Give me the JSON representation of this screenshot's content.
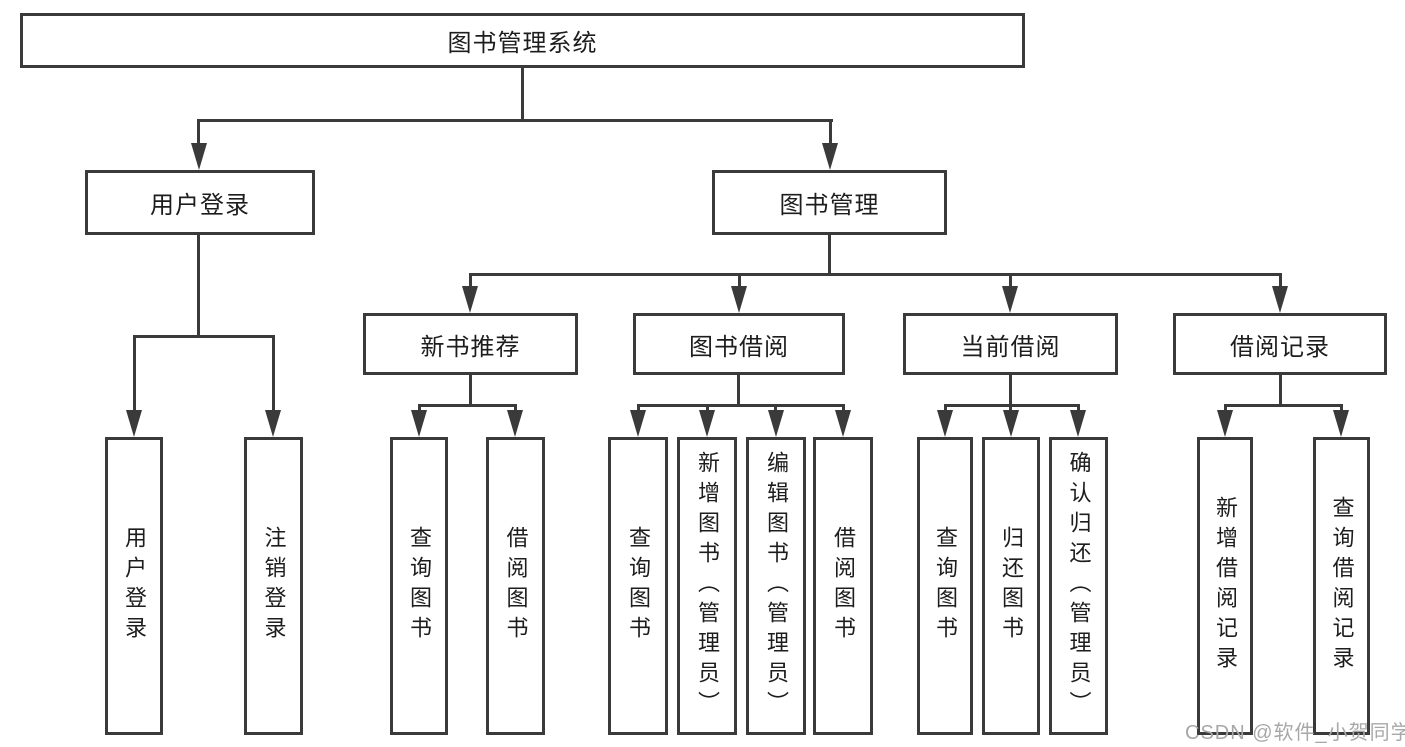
{
  "nodes": {
    "root": "图书管理系统",
    "user_login": "用户登录",
    "book_mgmt": "图书管理",
    "login_leaf_user_login": "用户登录",
    "login_leaf_logout": "注销登录",
    "new_books": "新书推荐",
    "book_borrow": "图书借阅",
    "current_borrow": "当前借阅",
    "borrow_records": "借阅记录",
    "nb_leaf_query": "查询图书",
    "nb_leaf_borrow": "借阅图书",
    "bb_leaf_query": "查询图书",
    "bb_leaf_add": "新增图书（管理员）",
    "bb_leaf_edit": "编辑图书（管理员）",
    "bb_leaf_borrow": "借阅图书",
    "cb_leaf_query": "查询图书",
    "cb_leaf_return": "归还图书",
    "cb_leaf_confirm": "确认归还（管理员）",
    "br_leaf_add": "新增借阅记录",
    "br_leaf_query": "查询借阅记录"
  },
  "watermark": {
    "text": "CSDN @软件_小贺同学"
  },
  "colors": {
    "line": "#3a3a3a",
    "text": "#1d1d1d",
    "watermark": "#a8a8a8",
    "background": "#ffffff"
  }
}
